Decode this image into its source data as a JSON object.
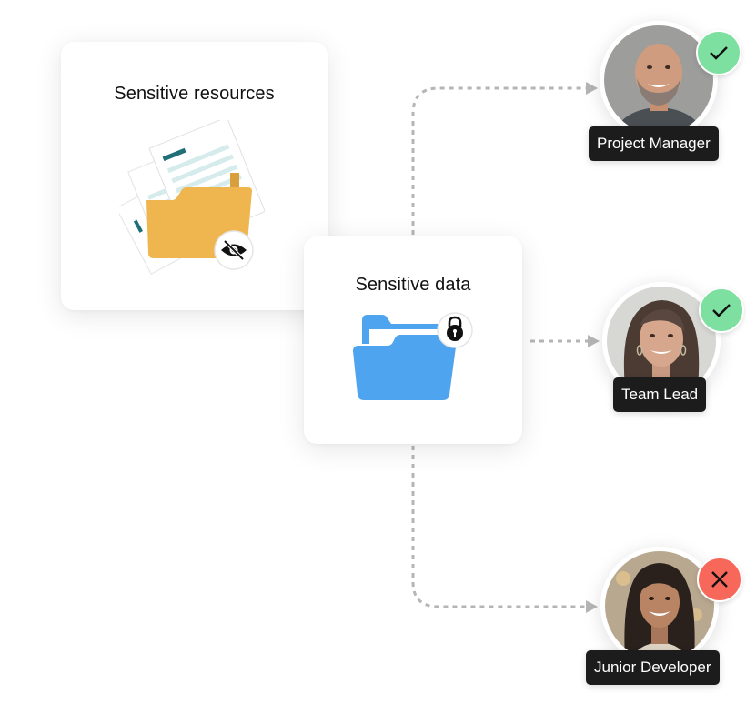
{
  "cards": {
    "resources": {
      "title": "Sensitive resources",
      "icon": "eye-slash-icon",
      "folder_color": "#efb650"
    },
    "data": {
      "title": "Sensitive data",
      "icon": "lock-icon",
      "folder_color": "#4ea4ee"
    }
  },
  "people": [
    {
      "role": "Project Manager",
      "access": "granted",
      "status_icon": "check-icon",
      "badge_color": "#7ee0a0"
    },
    {
      "role": "Team Lead",
      "access": "granted",
      "status_icon": "check-icon",
      "badge_color": "#7ee0a0"
    },
    {
      "role": "Junior Developer",
      "access": "denied",
      "status_icon": "x-icon",
      "badge_color": "#f7685b"
    }
  ],
  "connector_color": "#b5b5b5"
}
